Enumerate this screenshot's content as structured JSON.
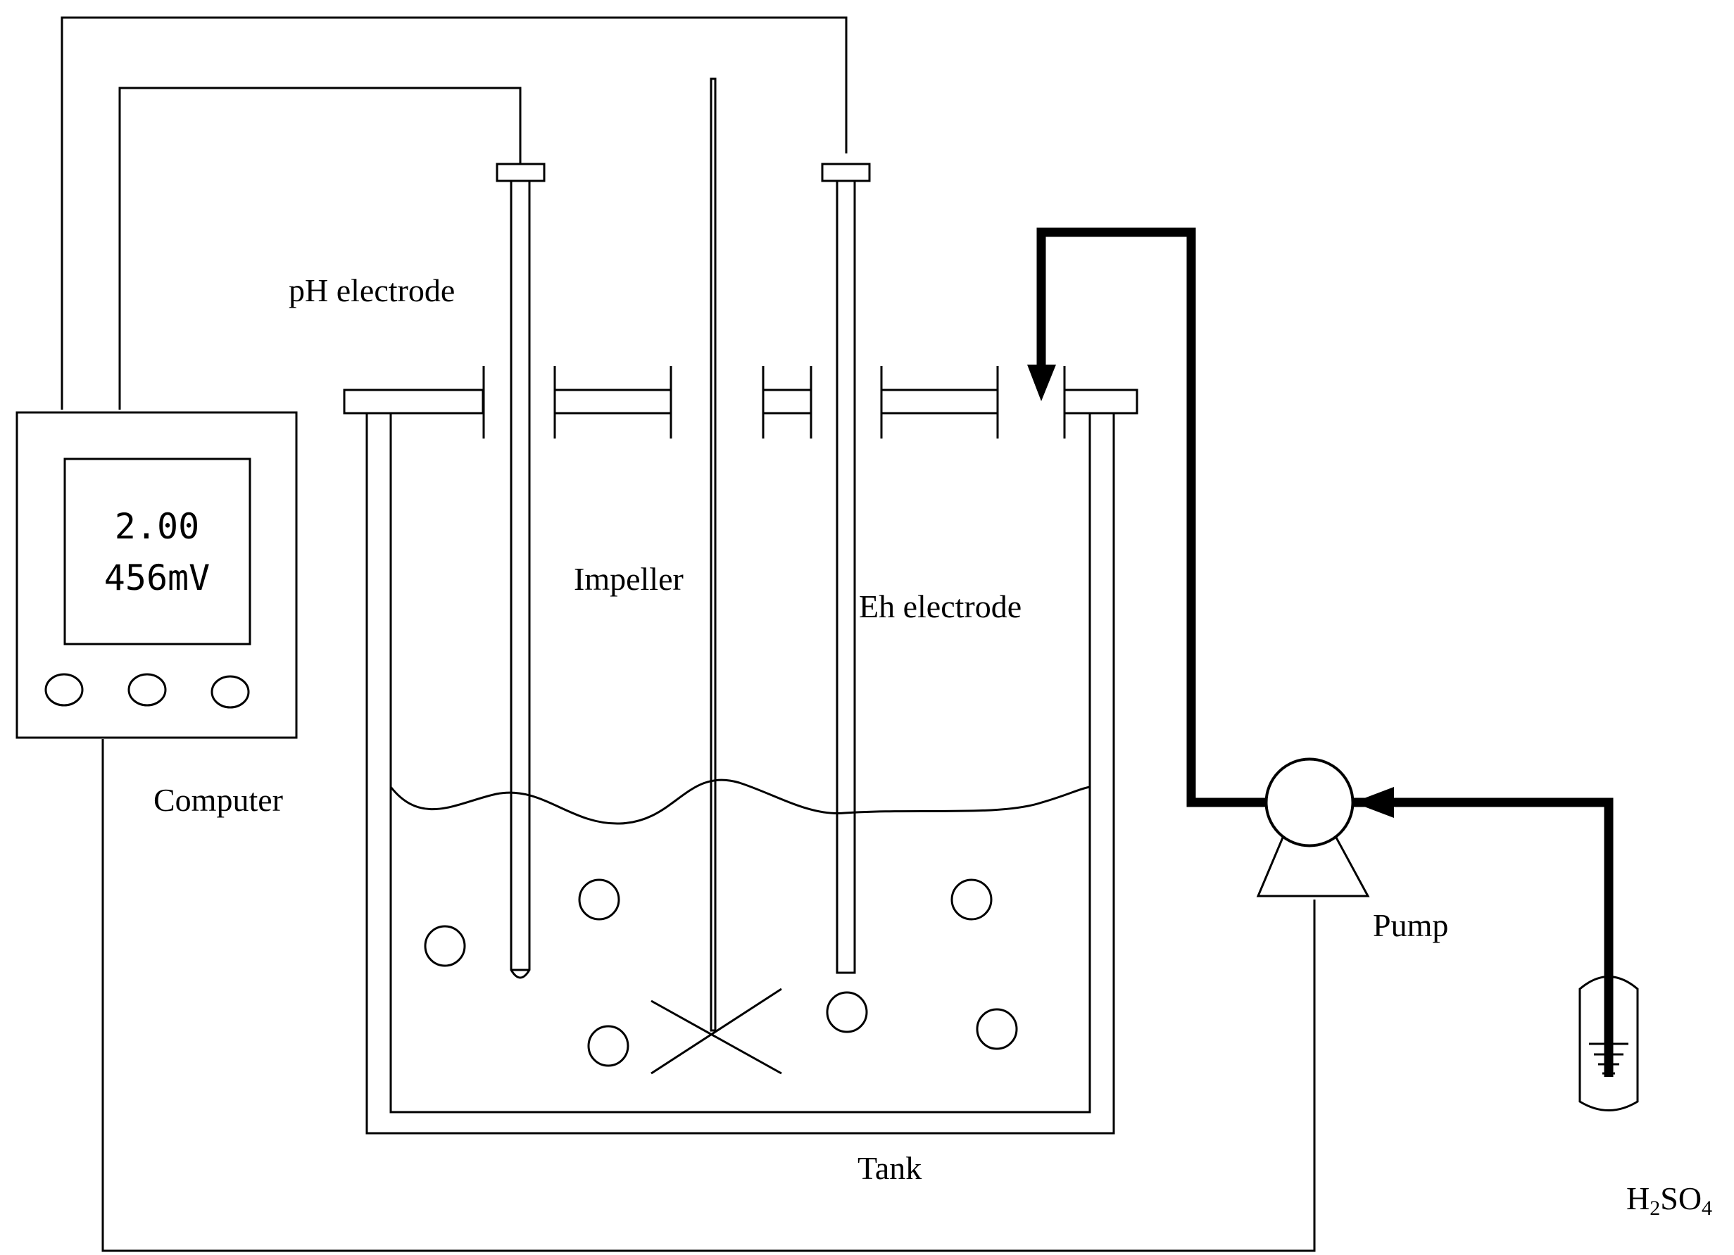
{
  "labels": {
    "ph_electrode": "pH electrode",
    "impeller": "Impeller",
    "eh_electrode": "Eh electrode",
    "computer": "Computer",
    "pump": "Pump",
    "tank": "Tank",
    "acid_h": "H",
    "acid_sub1": "2",
    "acid_so": "SO",
    "acid_sub2": "4"
  },
  "display": {
    "ph_value": "2.00",
    "eh_value": "456mV"
  }
}
